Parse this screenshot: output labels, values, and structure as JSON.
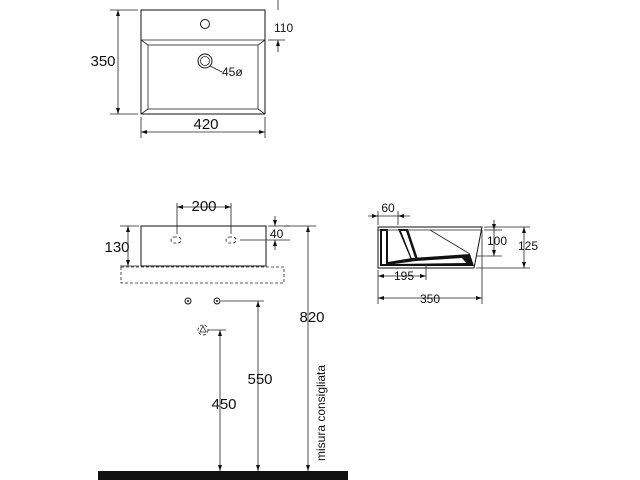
{
  "top_view": {
    "height_label": "350",
    "width_label": "420",
    "tap_offset_label": "110",
    "drain_label": "45ø"
  },
  "front_view": {
    "hole_spacing_label": "200",
    "height_label": "130",
    "hole_height_label": "40",
    "total_height_label": "820",
    "note_label": "misura consigliata",
    "height_550_label": "550",
    "height_450_label": "450"
  },
  "side_view": {
    "rim_label": "60",
    "inner_depth_label": "100",
    "outer_height_label": "125",
    "drain_pos_label": "195",
    "depth_label": "350"
  }
}
